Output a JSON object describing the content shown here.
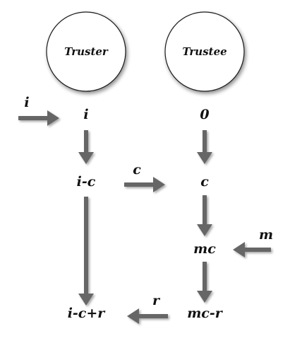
{
  "nodes": {
    "truster": "Truster",
    "trustee": "Trustee"
  },
  "truster_column": {
    "initial": "i",
    "after_send": "i-c",
    "final": "i-c+r"
  },
  "trustee_column": {
    "initial": "0",
    "received": "c",
    "multiplied": "mc",
    "final": "mc-r"
  },
  "flows": {
    "endowment": "i",
    "sent": "c",
    "multiplier": "m",
    "returned": "r"
  },
  "colors": {
    "arrow": "#666666",
    "circle_stroke": "#1a1a1a",
    "text": "#111111"
  }
}
